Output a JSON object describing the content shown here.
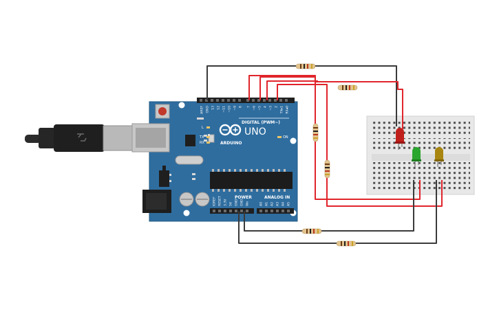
{
  "board": {
    "logo_text": "UNO",
    "brand": "ARDUINO",
    "digital_label": "DIGITAL (PWM~)",
    "power_label": "POWER",
    "analog_label": "ANALOG IN",
    "on_label": "ON",
    "l_label": "L",
    "tx_label": "TX",
    "rx_label": "RX",
    "digital_pins": [
      "AREF",
      "GND",
      "13",
      "12",
      "~11",
      "~10",
      "~9",
      "8",
      "7",
      "~6",
      "~5",
      "4",
      "~3",
      "2",
      "TX▸1",
      "RX◂0"
    ],
    "power_pins": [
      "IOREF",
      "RESET",
      "3.3V",
      "5V",
      "GND",
      "GND",
      "Vin"
    ],
    "analog_pins": [
      "A0",
      "A1",
      "A2",
      "A3",
      "A4",
      "A5"
    ]
  },
  "colors": {
    "board": "#2f6d9f",
    "wire_red": "#e0242b",
    "wire_black": "#3a3a3a",
    "led_red": "#c0201b",
    "led_green": "#2aa52e",
    "led_yellow": "#a8860f",
    "breadboard": "#e8e8e8",
    "usb": "#2b2b2b"
  },
  "components": {
    "leds": [
      "red",
      "green",
      "yellow"
    ],
    "resistor_count": 6
  }
}
